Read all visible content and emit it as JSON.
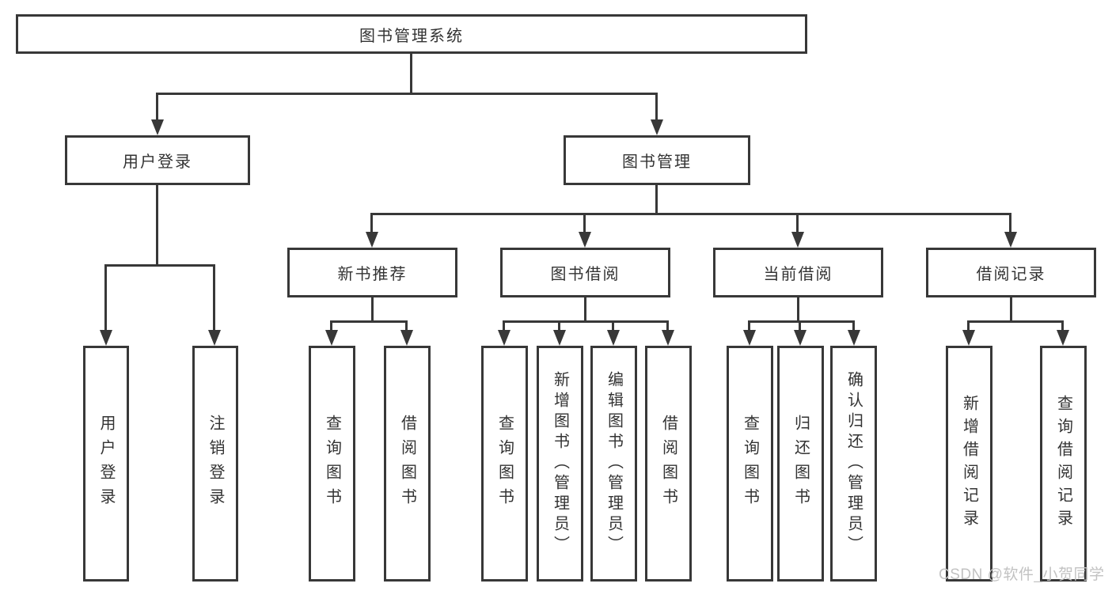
{
  "colors": {
    "line": "#383838",
    "text": "#333333",
    "background": "#ffffff",
    "watermark": "#c2c2c2"
  },
  "watermark": {
    "text": "CSDN @软件_小贺同学"
  },
  "diagram": {
    "root": {
      "label": "图书管理系统"
    },
    "branches": [
      {
        "label": "用户登录",
        "children": [
          {
            "label": "用户登录"
          },
          {
            "label": "注销登录"
          }
        ]
      },
      {
        "label": "图书管理",
        "children": [
          {
            "label": "新书推荐",
            "children": [
              {
                "label": "查询图书"
              },
              {
                "label": "借阅图书"
              }
            ]
          },
          {
            "label": "图书借阅",
            "children": [
              {
                "label": "查询图书"
              },
              {
                "label": "新增图书（管理员）"
              },
              {
                "label": "编辑图书（管理员）"
              },
              {
                "label": "借阅图书"
              }
            ]
          },
          {
            "label": "当前借阅",
            "children": [
              {
                "label": "查询图书"
              },
              {
                "label": "归还图书"
              },
              {
                "label": "确认归还（管理员）"
              }
            ]
          },
          {
            "label": "借阅记录",
            "children": [
              {
                "label": "新增借阅记录"
              },
              {
                "label": "查询借阅记录"
              }
            ]
          }
        ]
      }
    ]
  }
}
